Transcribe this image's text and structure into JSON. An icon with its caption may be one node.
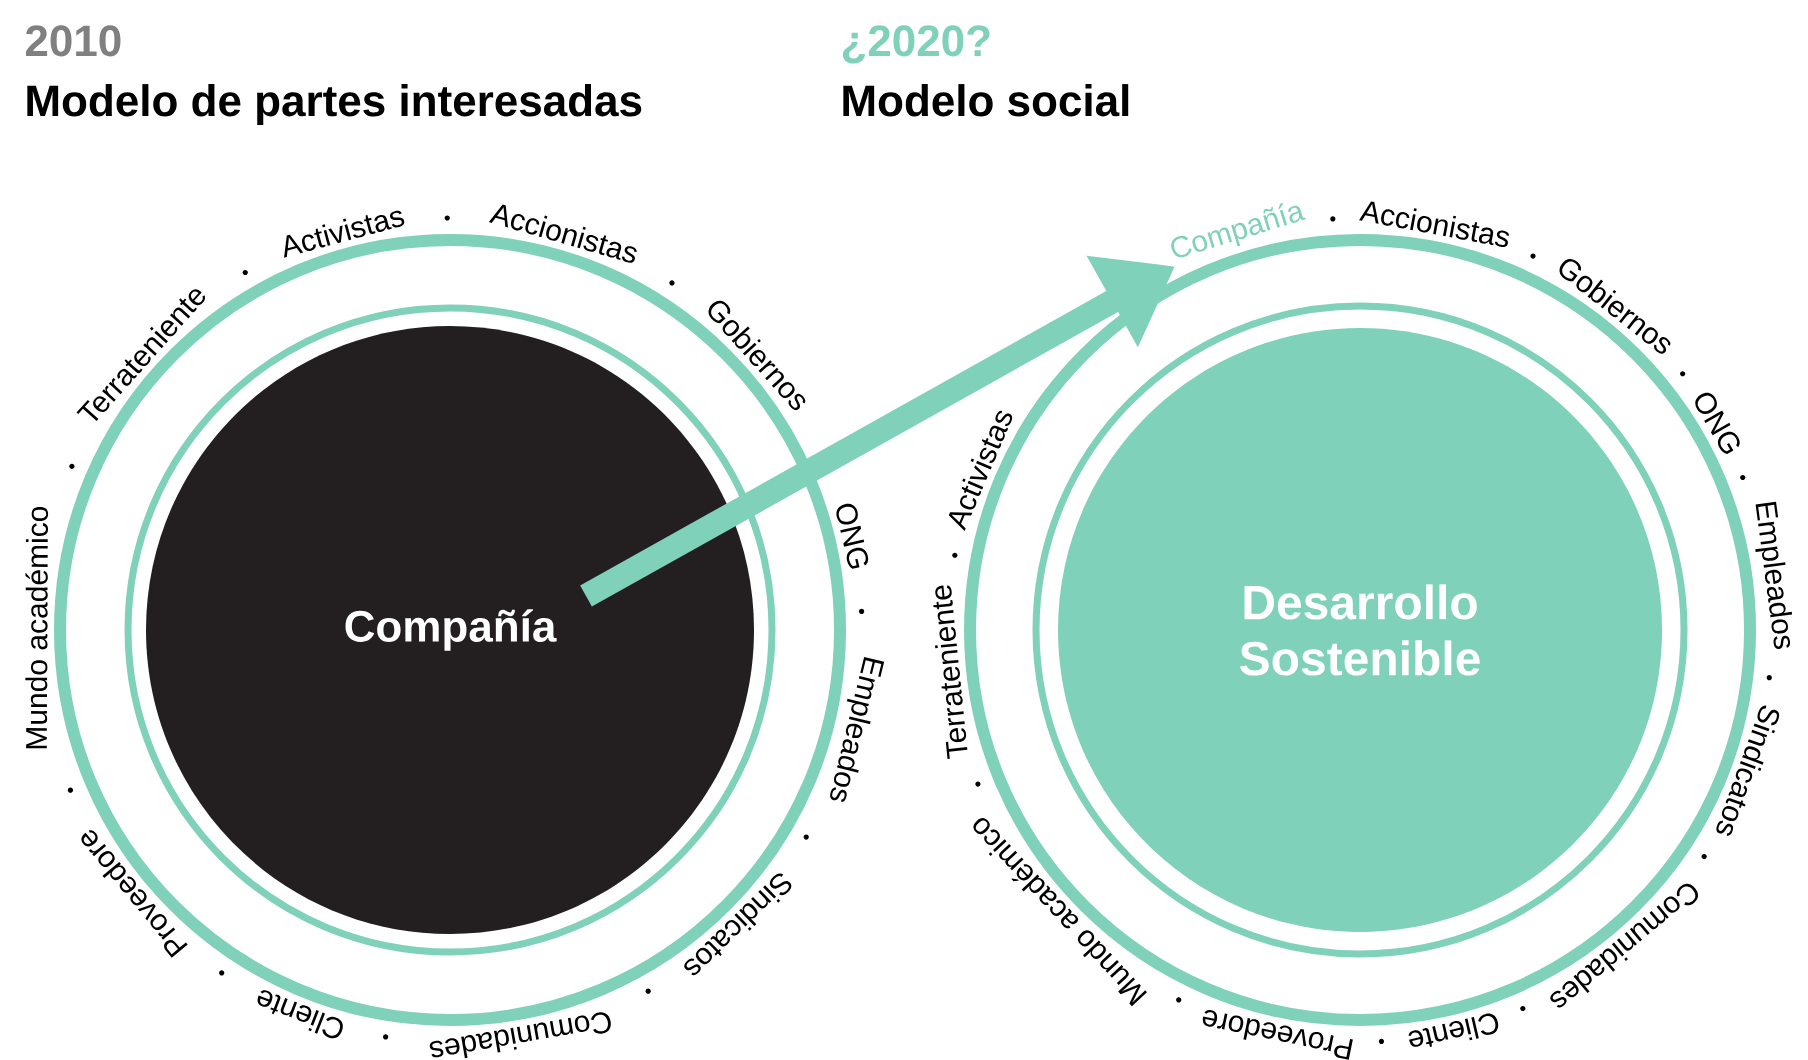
{
  "diagram": {
    "nodes": [
      {
        "text": [
          "Compañía"
        ]
      },
      {
        "text": [
          "Desarrollo Sostenible"
        ]
      },
      {
        "text": [
          "Compañía"
        ]
      }
    ],
    "edges": [
      {
        "from": 0,
        "to": 2,
        "arrow": "to"
      }
    ],
    "labels": [
      "2010",
      "Modelo de partes interesadas",
      "¿2020?",
      "Modelo social",
      "Terrateniente",
      "Activistas",
      "Accionistas",
      "Gobiernos",
      "ONG",
      "Empleados",
      "Sindicatos",
      "Comunidades",
      "Cliente",
      "Proveedore",
      "Mundo académico",
      "Accionistas",
      "Gobiernos",
      "ONG",
      "Empleados",
      "Sindicatos",
      "Comunidades",
      "Cliente",
      "Proveedore",
      "Mundo académico",
      "Terrateniente",
      "Activistas"
    ]
  }
}
